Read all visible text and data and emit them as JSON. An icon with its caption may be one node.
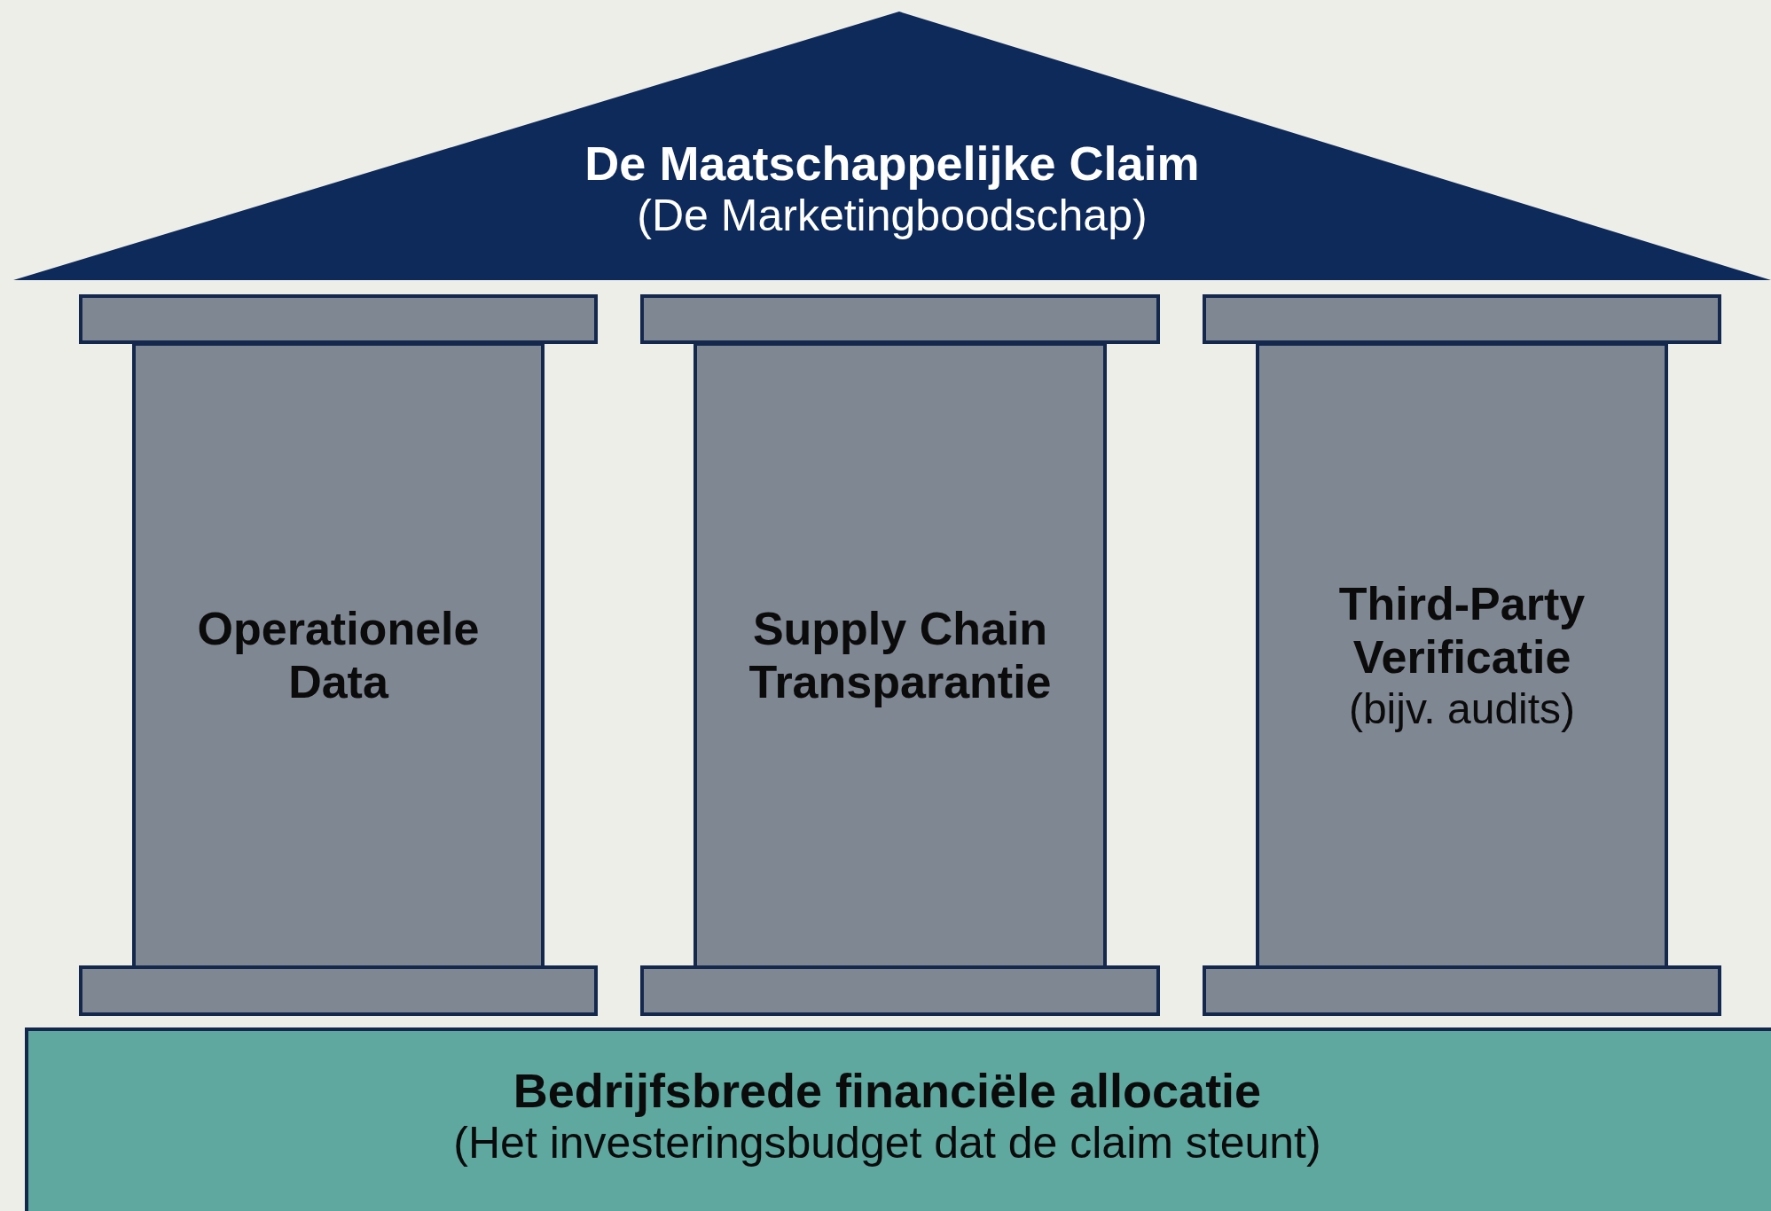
{
  "diagram": {
    "nodes": [
      {
        "text": [
          "De Maatschappelijke Claim",
          "(De Marketingboodschap)"
        ]
      },
      {
        "text": [
          "Operationele Data"
        ]
      },
      {
        "text": [
          "Supply Chain Transparantie"
        ]
      },
      {
        "text": [
          "Third-Party Verificatie",
          "(bijv. audits)"
        ]
      },
      {
        "text": [
          "Bedrijfsbrede financiële allocatie",
          "(Het investeringsbudget dat de claim steunt)"
        ]
      },
      {
        "text": [],
        "shape": "bar"
      },
      {
        "text": [],
        "shape": "bar"
      },
      {
        "text": [],
        "shape": "bar"
      },
      {
        "text": [],
        "shape": "bar"
      },
      {
        "text": [],
        "shape": "bar"
      },
      {
        "text": [],
        "shape": "bar"
      }
    ],
    "edges": []
  }
}
